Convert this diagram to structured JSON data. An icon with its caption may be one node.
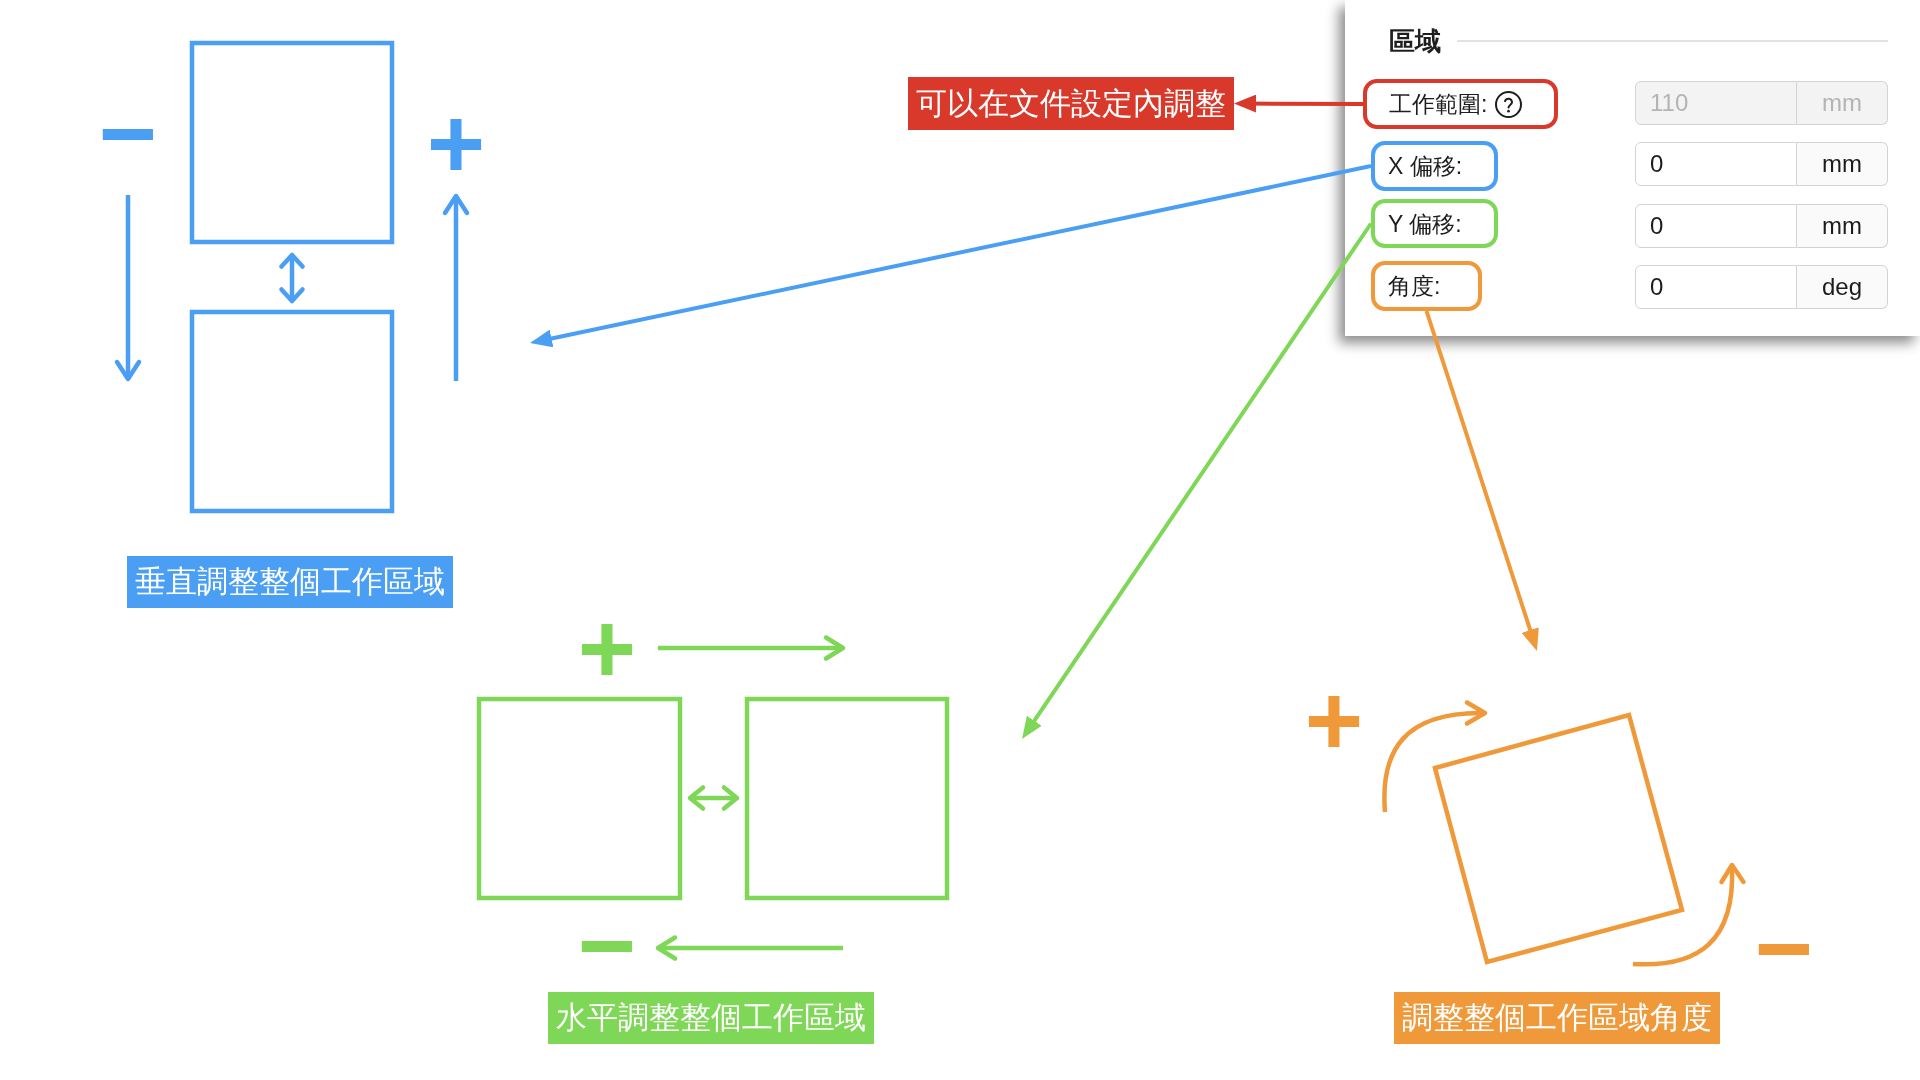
{
  "diagram": {
    "nodes": [
      {
        "text": [
          "可以在文件設定內調整"
        ]
      },
      {
        "text": [
          "區域"
        ]
      },
      {
        "text": [
          "工作範圍:"
        ],
        "in": 1
      },
      {
        "text": [
          "X 偏移:"
        ],
        "in": 1
      },
      {
        "text": [
          "Y 偏移:"
        ],
        "in": 1
      },
      {
        "text": [
          "角度:"
        ],
        "in": 1
      },
      {
        "text": [
          "垂直調整整個工作區域"
        ]
      },
      {
        "text": [
          "水平調整整個工作區域"
        ]
      },
      {
        "text": [
          "調整整個工作區域角度"
        ]
      }
    ],
    "edges": [
      {
        "from": 2,
        "to": 0,
        "arrow": "to",
        "color": "#d9392b"
      },
      {
        "from": 3,
        "to": null,
        "arrow": "to",
        "color": "#4a9ff5"
      },
      {
        "from": 4,
        "to": null,
        "arrow": "to",
        "color": "#7fd757"
      },
      {
        "from": 5,
        "to": null,
        "arrow": "to",
        "color": "#f0993a"
      }
    ],
    "labels": [
      "−",
      "+",
      "110",
      "mm",
      "0",
      "mm",
      "0",
      "mm",
      "0",
      "deg",
      "+",
      "−",
      "+",
      "−"
    ]
  }
}
